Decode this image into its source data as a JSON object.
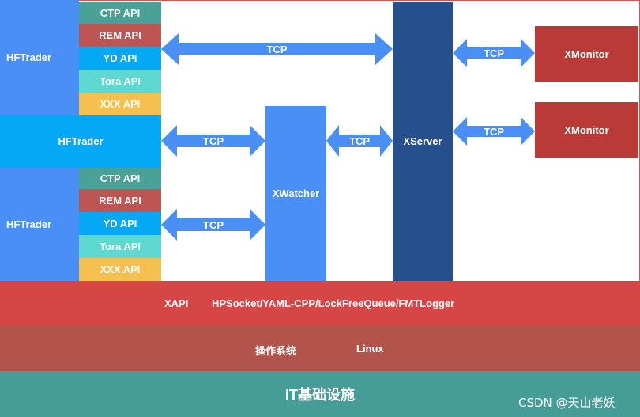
{
  "traders": {
    "top": {
      "label": "HFTrader",
      "apis": [
        "CTP API",
        "REM API",
        "YD API",
        "Tora API",
        "XXX API"
      ]
    },
    "middle": {
      "label": "HFTrader"
    },
    "bottom": {
      "label": "HFTrader",
      "apis": [
        "CTP API",
        "REM API",
        "YD API",
        "Tora API",
        "XXX API"
      ]
    }
  },
  "components": {
    "xwatcher": "XWatcher",
    "xserver": "XServer",
    "xmonitor_top": "XMonitor",
    "xmonitor_bottom": "XMonitor"
  },
  "connections": {
    "trader_top_to_xserver": "TCP",
    "trader_mid_to_xwatcher": "TCP",
    "trader_bottom_to_xwatcher": "TCP",
    "xwatcher_to_xserver": "TCP",
    "xserver_to_xmonitor_top": "TCP",
    "xserver_to_xmonitor_bottom": "TCP"
  },
  "layers": {
    "xapi": {
      "name": "XAPI",
      "libs": "HPSocket/YAML-CPP/LockFreeQueue/FMTLogger"
    },
    "os": {
      "name": "操作系统",
      "value": "Linux"
    },
    "infra": {
      "name": "IT基础设施"
    }
  },
  "watermark": "CSDN @天山老妖",
  "colors": {
    "trader_blue": "#4a8ff5",
    "trader_light_blue": "#05a8f5",
    "xserver_navy": "#264f8e",
    "xmonitor_red": "#ba3a38",
    "xapi_layer_red": "#d54645",
    "os_layer_brown": "#b3544c",
    "infra_layer_teal": "#469c96"
  }
}
